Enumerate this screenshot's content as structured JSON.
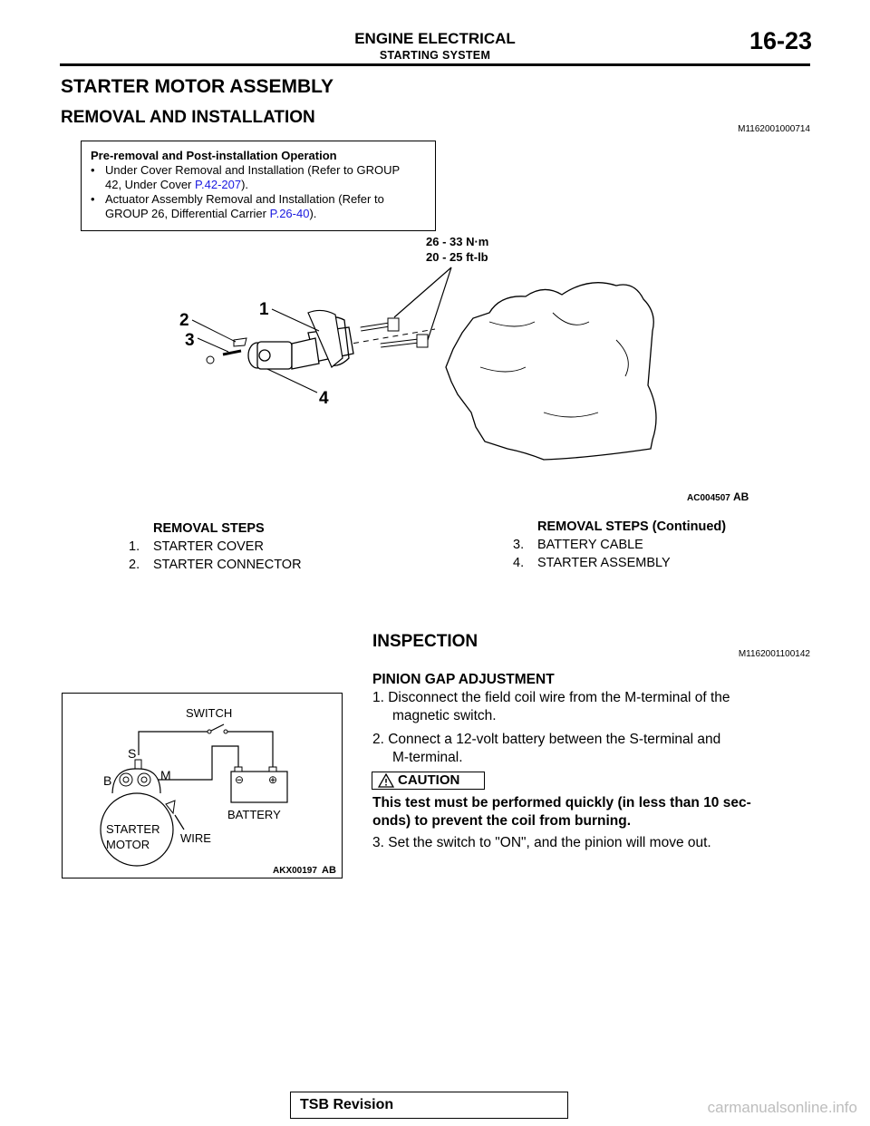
{
  "header": {
    "title": "ENGINE ELECTRICAL",
    "subtitle": "STARTING SYSTEM",
    "page": "16-23"
  },
  "section": {
    "title": "STARTER MOTOR ASSEMBLY",
    "subtitle": "REMOVAL AND INSTALLATION",
    "code": "M1162001000714"
  },
  "pre_op": {
    "heading": "Pre-removal and Post-installation Operation",
    "items": [
      {
        "text_a": "Under Cover Removal and Installation (Refer to GROUP",
        "text_b": "42, Under Cover ",
        "link": "P.42-207",
        "after": ")."
      },
      {
        "text_a": "Actuator Assembly Removal and Installation (Refer to",
        "text_b": "GROUP 26, Differential Carrier ",
        "link": "P.26-40",
        "after": ")."
      }
    ],
    "bullet": "•"
  },
  "diagram1": {
    "torque_a": "26 - 33 N·m",
    "torque_b": "20 - 25 ft-lb",
    "callout_1": "1",
    "callout_2": "2",
    "callout_3": "3",
    "callout_4": "4",
    "figure_id": "AC004507",
    "figure_suffix": "AB"
  },
  "removal_steps": {
    "title": "REMOVAL STEPS",
    "items": [
      {
        "num": "1.",
        "label": "STARTER COVER"
      },
      {
        "num": "2.",
        "label": "STARTER CONNECTOR"
      }
    ],
    "title_cont": "REMOVAL STEPS (Continued)",
    "items_cont": [
      {
        "num": "3.",
        "label": "BATTERY CABLE"
      },
      {
        "num": "4.",
        "label": "STARTER ASSEMBLY"
      }
    ]
  },
  "inspection": {
    "title": "INSPECTION",
    "code": "M1162001100142",
    "sub": "PINION GAP ADJUSTMENT",
    "step1_a": "1.  Disconnect the field coil wire from the M-terminal of the",
    "step1_b": "magnetic switch.",
    "step2_a": "2.  Connect a 12-volt battery between the S-terminal and",
    "step2_b": "M-terminal.",
    "caution_label": "CAUTION",
    "caution_text_a": "This test must be performed quickly (in less than 10 sec-",
    "caution_text_b": "onds) to prevent the coil from burning.",
    "step3": "3.  Set the switch to \"ON\", and the pinion will move out."
  },
  "diagram2": {
    "switch": "SWITCH",
    "s": "S",
    "b": "B",
    "m": "M",
    "battery": "BATTERY",
    "starter_a": "STARTER",
    "starter_b": "MOTOR",
    "wire": "WIRE",
    "figure_id": "AKX00197",
    "figure_suffix": "AB"
  },
  "footer": {
    "tsb": "TSB Revision",
    "watermark": "carmanualsonline.info"
  }
}
